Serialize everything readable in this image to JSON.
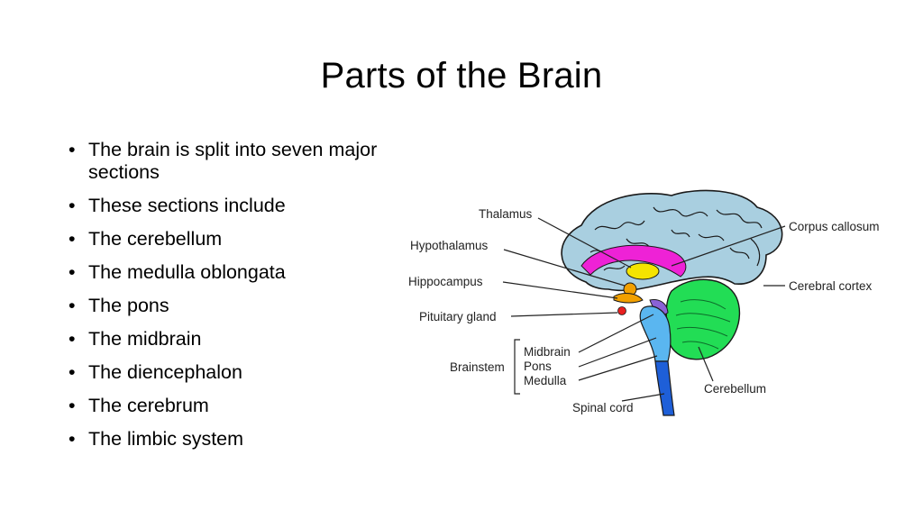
{
  "slide": {
    "title": "Parts of the Brain",
    "bullets": [
      "The brain is split into seven major sections",
      "These sections include",
      "The cerebellum",
      "The medulla oblongata",
      "The pons",
      "The midbrain",
      "The diencephalon",
      "The cerebrum",
      "The limbic system"
    ]
  },
  "diagram": {
    "labels": {
      "thalamus": "Thalamus",
      "hypothalamus": "Hypothalamus",
      "hippocampus": "Hippocampus",
      "pituitary": "Pituitary gland",
      "brainstem": "Brainstem",
      "midbrain": "Midbrain",
      "pons": "Pons",
      "medulla": "Medulla",
      "spinal_cord": "Spinal cord",
      "corpus_callosum": "Corpus callosum",
      "cerebral_cortex": "Cerebral cortex",
      "cerebellum": "Cerebellum"
    },
    "colors": {
      "cortex": "#a9cfe0",
      "corpus_callosum": "#ee22d6",
      "thalamus": "#f5e400",
      "hypothalamus": "#f2a000",
      "cerebellum": "#22dd55",
      "brainstem": "#5ab6f0",
      "spinal_cord": "#1e5fd8",
      "midbrain": "#8a62d6",
      "pituitary": "#e82020"
    }
  }
}
